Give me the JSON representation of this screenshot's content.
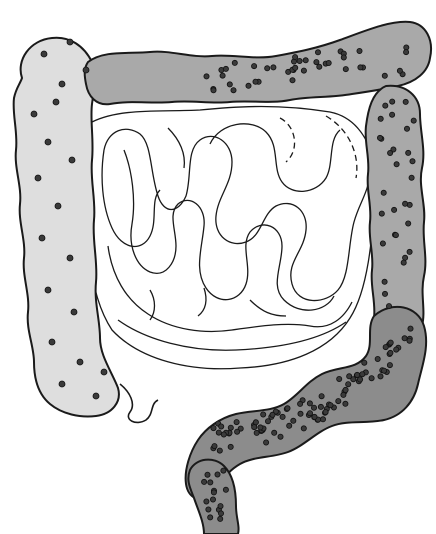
{
  "diagram": {
    "subject": "large-intestine",
    "labels": [],
    "colors": {
      "background": "#ffffff",
      "outline": "#1a1a1a",
      "ascending_fill": "#dedede",
      "transverse_fill": "#a9a9a9",
      "descending_fill": "#a9a9a9",
      "sigmoid_fill": "#8c8c8c",
      "rectum_fill": "#8c8c8c",
      "small_intestine_fill": "#ffffff",
      "dot_fill": "#3a3a3a",
      "dot_outline": "#111111"
    },
    "segments": [
      {
        "id": "ascending-colon",
        "fill_key": "ascending_fill",
        "density": "low"
      },
      {
        "id": "transverse-colon",
        "fill_key": "transverse_fill",
        "density": "medium"
      },
      {
        "id": "descending-colon",
        "fill_key": "descending_fill",
        "density": "medium"
      },
      {
        "id": "sigmoid-colon",
        "fill_key": "sigmoid_fill",
        "density": "high"
      },
      {
        "id": "rectum",
        "fill_key": "rectum_fill",
        "density": "high"
      }
    ]
  }
}
